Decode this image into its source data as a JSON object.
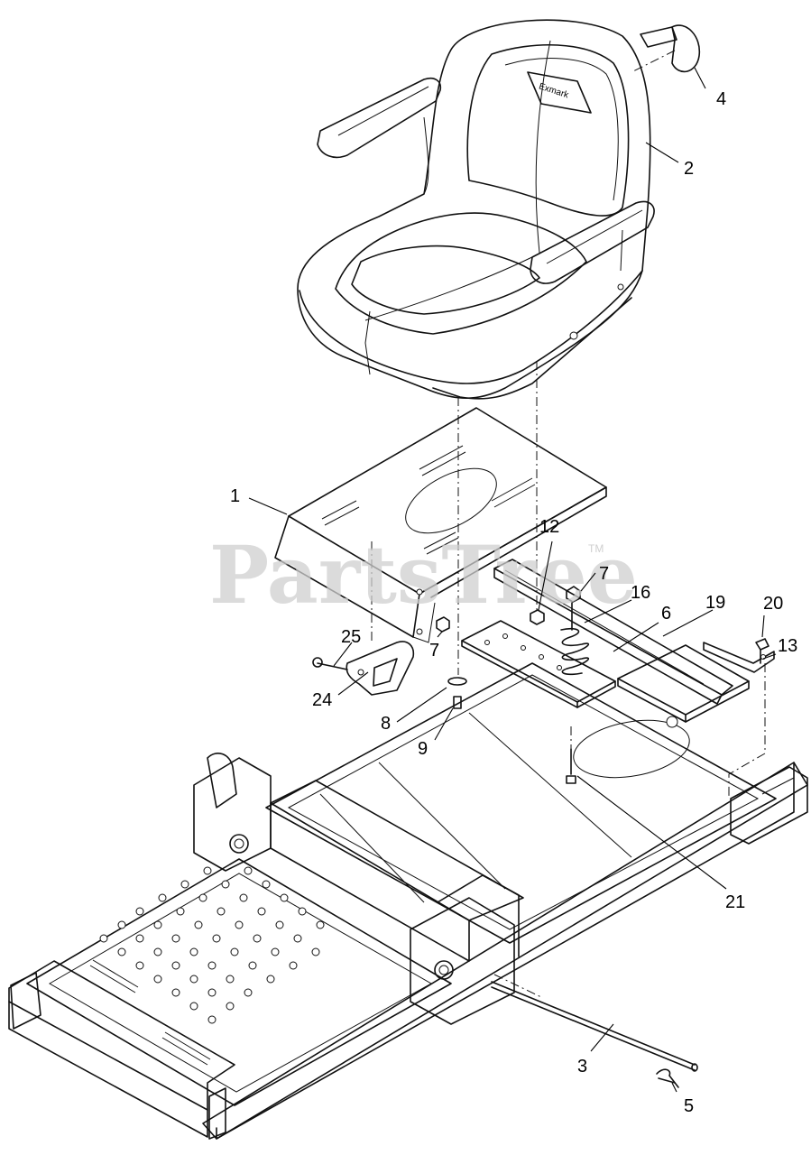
{
  "watermark": {
    "text": "PartsTree",
    "trademark": "TM"
  },
  "seat": {
    "logo_text": "Exmark"
  },
  "callouts": [
    {
      "id": "c1",
      "label": "1"
    },
    {
      "id": "c2",
      "label": "2"
    },
    {
      "id": "c3",
      "label": "3"
    },
    {
      "id": "c4",
      "label": "4"
    },
    {
      "id": "c5",
      "label": "5"
    },
    {
      "id": "c6",
      "label": "6"
    },
    {
      "id": "c7a",
      "label": "7"
    },
    {
      "id": "c7b",
      "label": "7"
    },
    {
      "id": "c8",
      "label": "8"
    },
    {
      "id": "c9",
      "label": "9"
    },
    {
      "id": "c12",
      "label": "12"
    },
    {
      "id": "c13",
      "label": "13"
    },
    {
      "id": "c16",
      "label": "16"
    },
    {
      "id": "c19",
      "label": "19"
    },
    {
      "id": "c20",
      "label": "20"
    },
    {
      "id": "c21",
      "label": "21"
    },
    {
      "id": "c24",
      "label": "24"
    },
    {
      "id": "c25",
      "label": "25"
    }
  ]
}
